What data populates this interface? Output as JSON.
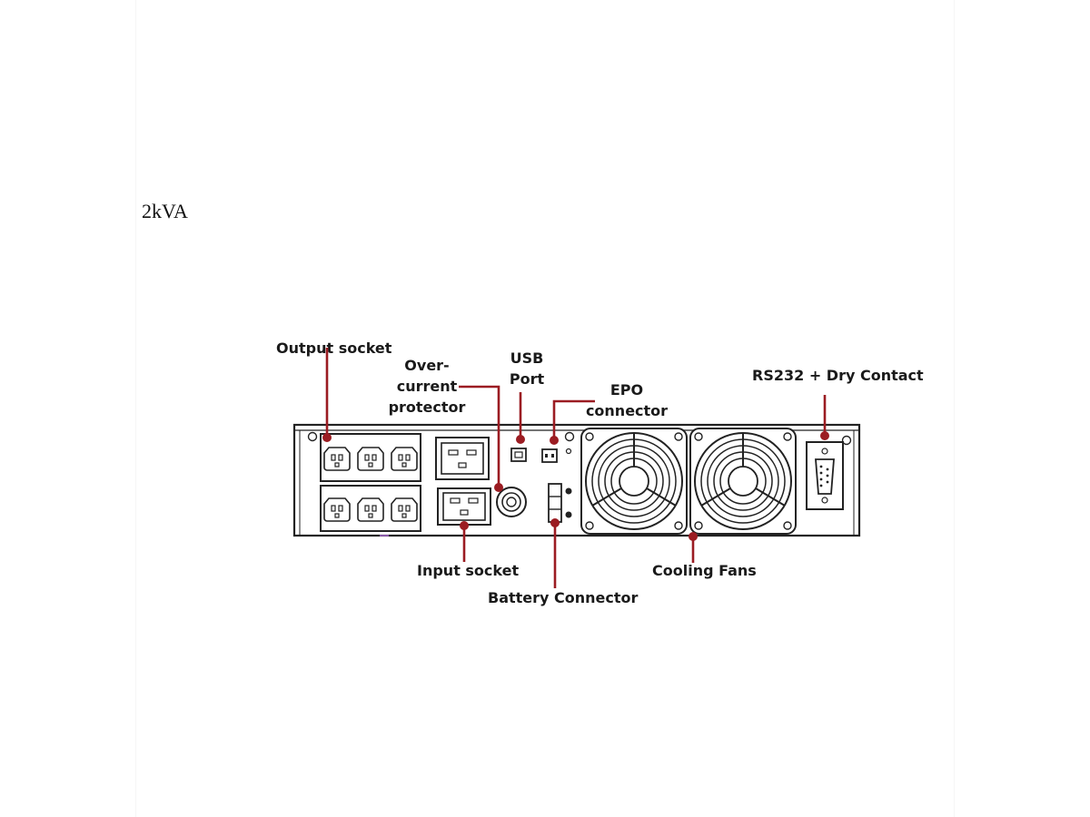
{
  "heading": "2kVA",
  "callouts": {
    "output_socket": "Output socket",
    "overcurrent_line1": "Over-",
    "overcurrent_line2": "current",
    "overcurrent_line3": "protector",
    "usb_line1": "USB",
    "usb_line2": "Port",
    "epo_line1": "EPO",
    "epo_line2": "connector",
    "rs232": "RS232 + Dry Contact",
    "input_socket": "Input socket",
    "battery_connector": "Battery Connector",
    "cooling_fans": "Cooling Fans"
  },
  "colors": {
    "callout_line": "#9b1c22",
    "outline": "#222222"
  }
}
